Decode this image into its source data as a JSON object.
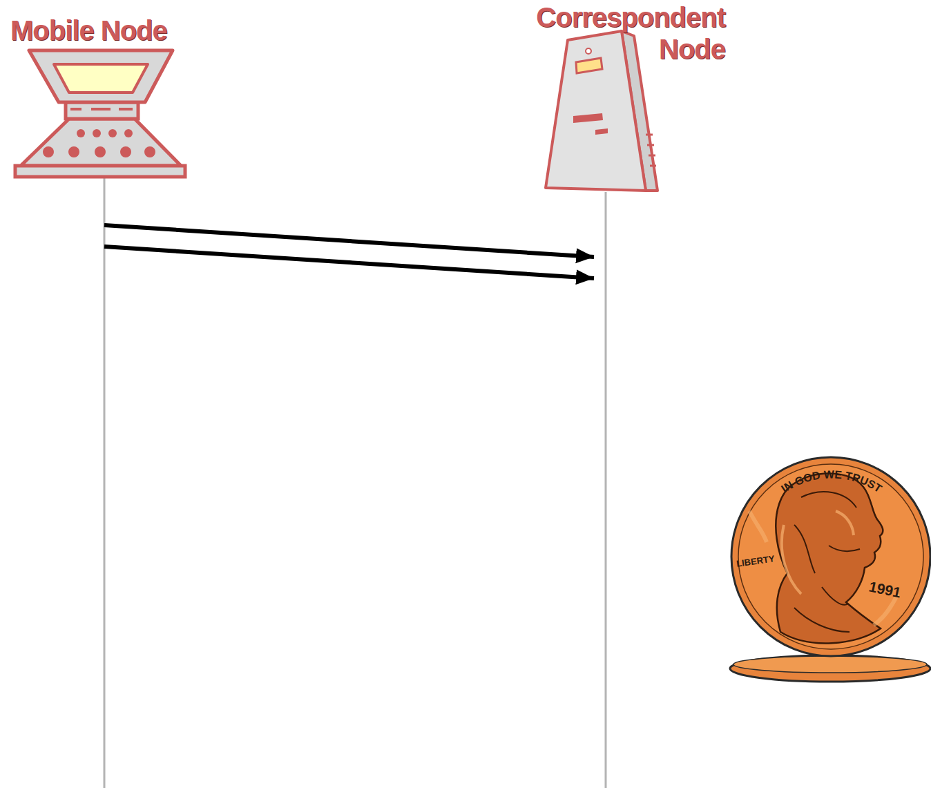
{
  "diagram": {
    "nodes": [
      {
        "text": [
          "Mobile Node"
        ]
      },
      {
        "text": [
          "Correspondent Node"
        ]
      }
    ],
    "edges": [
      {
        "from": 0,
        "to": 1,
        "arrow": "to"
      },
      {
        "from": 0,
        "to": 1,
        "arrow": "to"
      }
    ],
    "labels": [
      "IN GOD WE TRUST",
      "LIBERTY",
      "1991"
    ]
  }
}
